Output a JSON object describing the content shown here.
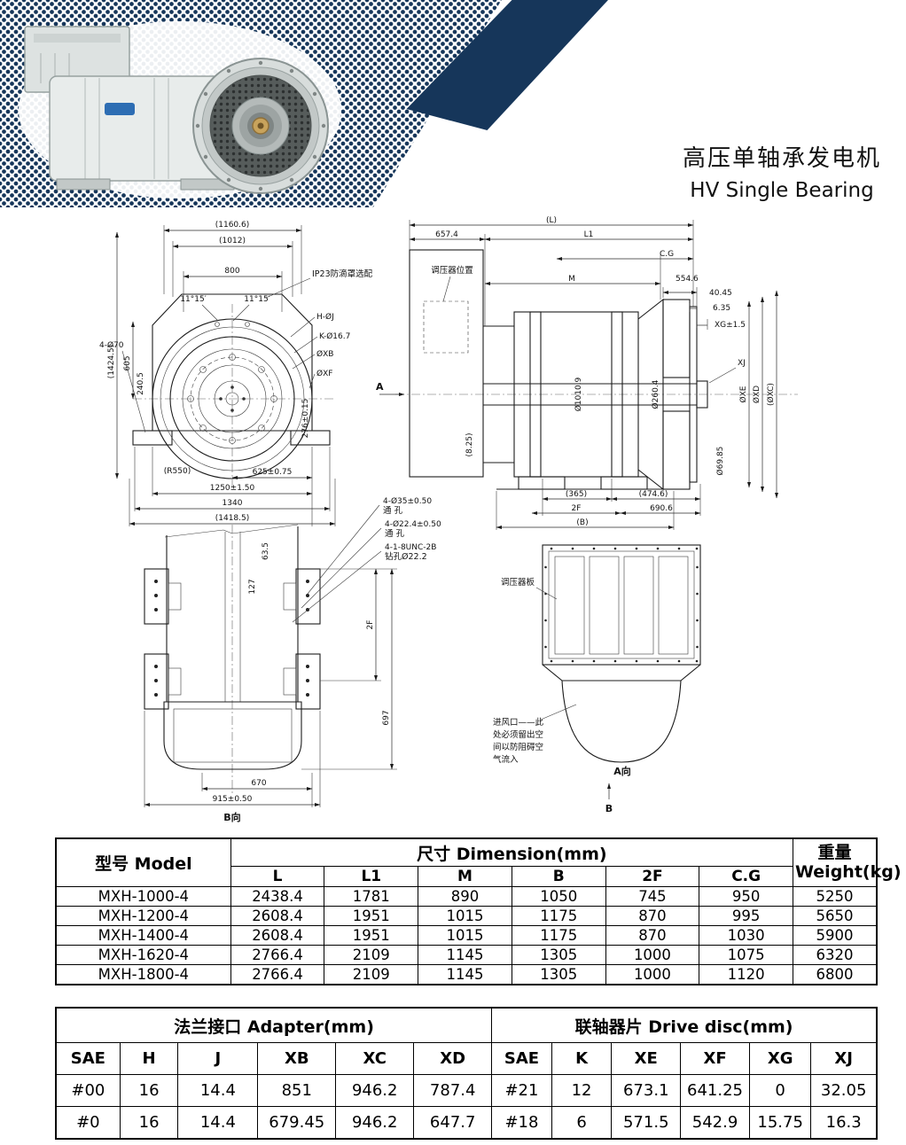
{
  "header": {
    "title_cn": "高压单轴承发电机",
    "title_en": "HV Single Bearing",
    "accent_color": "#16365a"
  },
  "drawings": {
    "front": {
      "dim_1160": "(1160.6)",
      "dim_1012": "(1012)",
      "dim_800": "800",
      "note_ip23": "IP23防滴罩选配",
      "angle_left": "11°15′",
      "angle_right": "11°15′",
      "label_hj": "H-ØJ",
      "label_k": "K-Ø16.7",
      "label_xb": "ØXB",
      "label_xf": "ØXF",
      "dim_4d70": "4-Ø70",
      "dim_605": "605",
      "dim_1424": "(1424.5)",
      "dim_240": "240.5",
      "dim_276": "276±0.15",
      "dim_r550": "(R550)",
      "dim_625": "625±0.75",
      "dim_1250": "1250±1.50",
      "dim_1340": "1340",
      "dim_1418": "(1418.5)"
    },
    "side": {
      "dim_L": "(L)",
      "dim_657": "657.4",
      "dim_L1": "L1",
      "dim_cg": "C.G",
      "dim_M": "M",
      "dim_554": "554.6",
      "label_regulator": "调压器位置",
      "dim_40": "40.45",
      "dim_6": "6.35",
      "dim_xg": "XG±1.5",
      "dim_xj": "XJ",
      "dim_xe": "ØXE",
      "dim_xd": "ØXD",
      "dim_xc": "(ØXC)",
      "dim_260": "Ø260.4",
      "dim_1010": "Ø1010.9",
      "dim_825": "(8.25)",
      "dim_365": "(365)",
      "dim_474": "(474.6)",
      "dim_690": "690.6",
      "dim_2f": "2F",
      "dim_B": "(B)",
      "dim_69": "Ø69.85",
      "marker_a": "A"
    },
    "bottom": {
      "dim_63": "63.5",
      "dim_127": "127",
      "hole1_line1": "4-Ø35±0.50",
      "hole1_line2": "通  孔",
      "hole2_line1": "4-Ø22.4±0.50",
      "hole2_line2": "通  孔",
      "hole3_line1": "4-1-8UNC-2B",
      "hole3_line2": "钻孔Ø22.2",
      "dim_2f": "2F",
      "dim_697": "697",
      "dim_670": "670",
      "dim_915": "915±0.50",
      "view_label": "B向"
    },
    "rear": {
      "label_regulator_plate": "调压器板",
      "note_line1": "进风口——此",
      "note_line2": "处必须留出空",
      "note_line3": "间以防阻碍空",
      "note_line4": "气流入",
      "view_label": "A向",
      "marker_b": "B"
    }
  },
  "dimension_table": {
    "col_model": "型号  Model",
    "col_dimension": "尺寸 Dimension(mm)",
    "col_weight_line1": "重量",
    "col_weight_line2": "Weight(kg)",
    "sub_columns": [
      "L",
      "L1",
      "M",
      "B",
      "2F",
      "C.G"
    ],
    "rows": [
      {
        "model": "MXH-1000-4",
        "values": [
          "2438.4",
          "1781",
          "890",
          "1050",
          "745",
          "950"
        ],
        "weight": "5250"
      },
      {
        "model": "MXH-1200-4",
        "values": [
          "2608.4",
          "1951",
          "1015",
          "1175",
          "870",
          "995"
        ],
        "weight": "5650"
      },
      {
        "model": "MXH-1400-4",
        "values": [
          "2608.4",
          "1951",
          "1015",
          "1175",
          "870",
          "1030"
        ],
        "weight": "5900"
      },
      {
        "model": "MXH-1620-4",
        "values": [
          "2766.4",
          "2109",
          "1145",
          "1305",
          "1000",
          "1075"
        ],
        "weight": "6320"
      },
      {
        "model": "MXH-1800-4",
        "values": [
          "2766.4",
          "2109",
          "1145",
          "1305",
          "1000",
          "1120"
        ],
        "weight": "6800"
      }
    ]
  },
  "adapter_table": {
    "header_left": "法兰接口 Adapter(mm)",
    "header_right": "联轴器片 Drive disc(mm)",
    "columns": [
      "SAE",
      "H",
      "J",
      "XB",
      "XC",
      "XD",
      "SAE",
      "K",
      "XE",
      "XF",
      "XG",
      "XJ"
    ],
    "rows": [
      [
        "#00",
        "16",
        "14.4",
        "851",
        "946.2",
        "787.4",
        "#21",
        "12",
        "673.1",
        "641.25",
        "0",
        "32.05"
      ],
      [
        "#0",
        "16",
        "14.4",
        "679.45",
        "946.2",
        "647.7",
        "#18",
        "6",
        "571.5",
        "542.9",
        "15.75",
        "16.3"
      ]
    ]
  }
}
